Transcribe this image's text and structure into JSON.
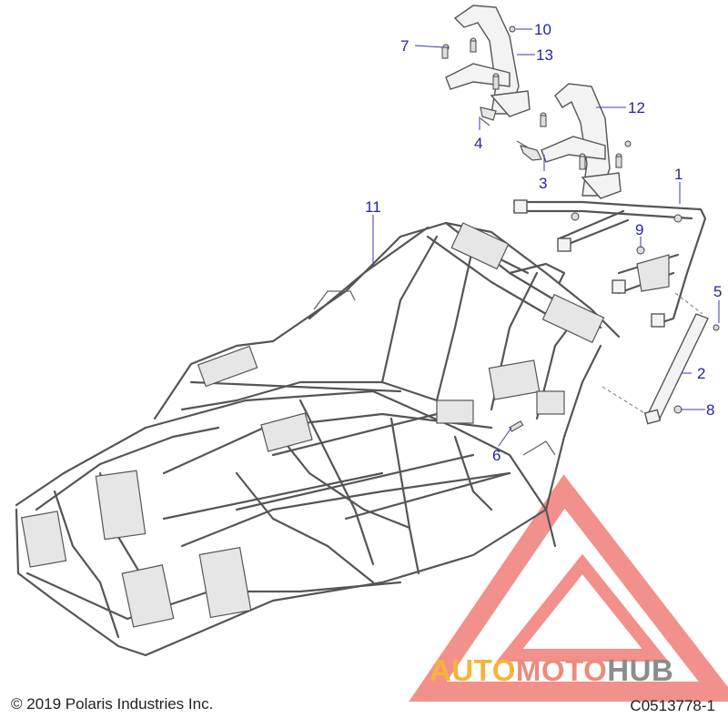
{
  "callouts": [
    {
      "id": "1",
      "label": "1"
    },
    {
      "id": "2",
      "label": "2"
    },
    {
      "id": "3",
      "label": "3"
    },
    {
      "id": "4",
      "label": "4"
    },
    {
      "id": "5",
      "label": "5"
    },
    {
      "id": "6",
      "label": "6"
    },
    {
      "id": "7",
      "label": "7"
    },
    {
      "id": "8",
      "label": "8"
    },
    {
      "id": "9",
      "label": "9"
    },
    {
      "id": "10",
      "label": "10"
    },
    {
      "id": "11",
      "label": "11"
    },
    {
      "id": "12",
      "label": "12"
    },
    {
      "id": "13",
      "label": "13"
    }
  ],
  "footer": {
    "copyright": "© 2019 Polaris Industries Inc.",
    "diagram_code": "C0513778-1"
  },
  "watermark": {
    "part1": "AUTO",
    "part2": "MOTO",
    "part3": "HUB"
  },
  "colors": {
    "callout": "#2424a8",
    "logo_red": "#e8372e",
    "logo_orange": "#f5b43a",
    "logo_gray": "#8c8c8c"
  }
}
